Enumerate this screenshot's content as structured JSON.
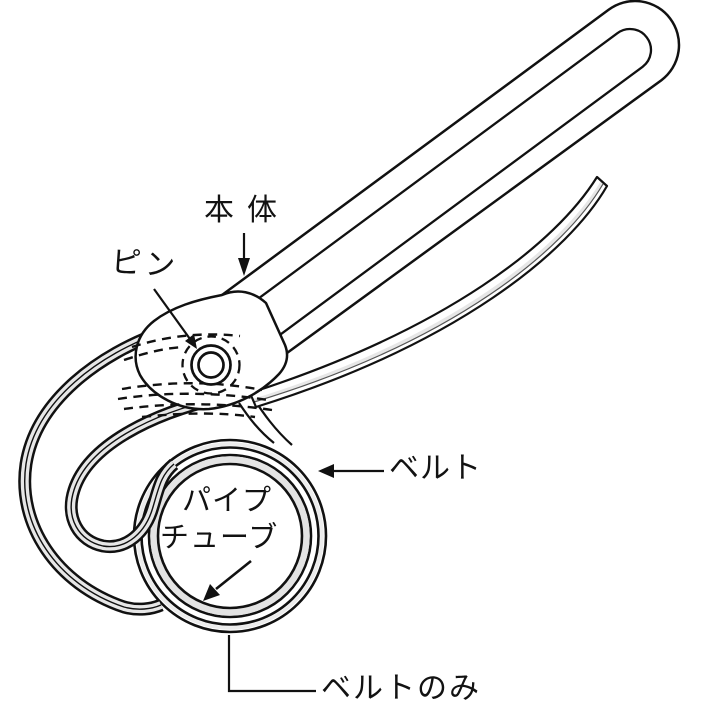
{
  "figure": {
    "type": "technical-line-drawing",
    "labels": {
      "body": "本体",
      "pin": "ピン",
      "belt": "ベルト",
      "pipe_line1": "パイプ",
      "pipe_line2": "チューブ",
      "belt_only": "ベルトのみ"
    },
    "pointers": {
      "body": "arrow-down",
      "pin": "arrow-down-right",
      "belt": "arrow-left",
      "pipe_tube": "arrow-down-left",
      "belt_only": "elbow-leader-line"
    },
    "colors": {
      "background": "#ffffff",
      "line": "#111111",
      "belt_shading": "#e7e7e7"
    }
  }
}
